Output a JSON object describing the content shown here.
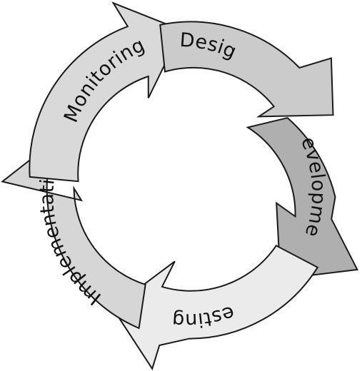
{
  "cycle": {
    "stages": [
      {
        "key": "design",
        "label": "Design",
        "color": "#cbcbcb"
      },
      {
        "key": "development",
        "label": "Development",
        "color": "#afafaf"
      },
      {
        "key": "testing",
        "label": "Testing",
        "color": "#ebebeb"
      },
      {
        "key": "implementation",
        "label": "Implementation",
        "color": "#d6d6d6"
      },
      {
        "key": "monitoring",
        "label": "Monitoring",
        "color": "#d9d9d9"
      }
    ]
  }
}
